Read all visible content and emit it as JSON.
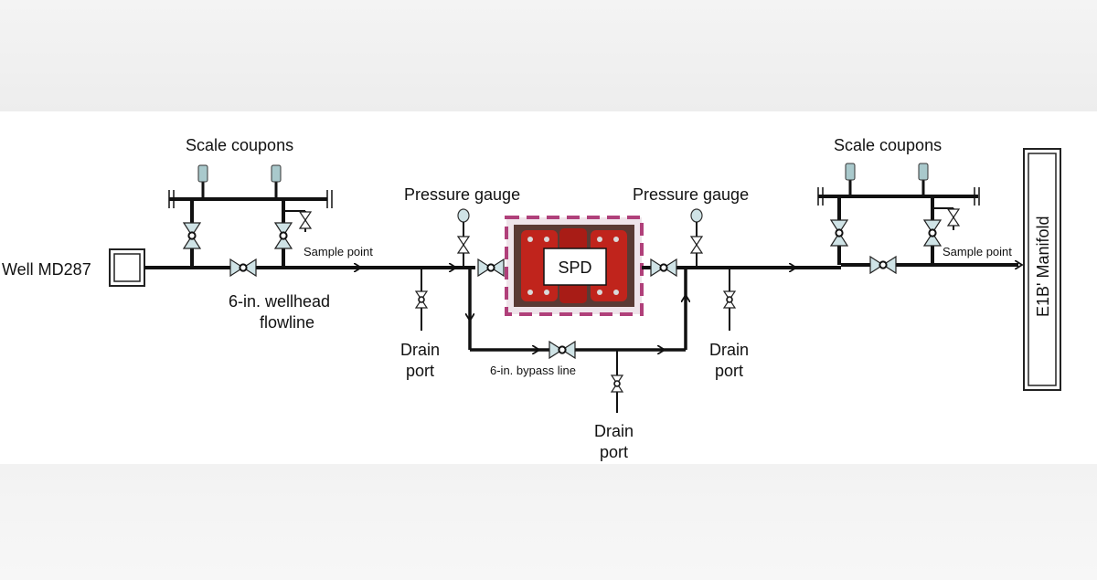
{
  "labels": {
    "well": "Well MD287",
    "scale_coupons_left": "Scale coupons",
    "scale_coupons_right": "Scale coupons",
    "sample_point_left": "Sample point",
    "sample_point_right": "Sample point",
    "flowline_line1": "6-in. wellhead",
    "flowline_line2": "flowline",
    "pressure_gauge_left": "Pressure gauge",
    "pressure_gauge_right": "Pressure gauge",
    "spd": "SPD",
    "drain_left_line1": "Drain",
    "drain_left_line2": "port",
    "drain_right_line1": "Drain",
    "drain_right_line2": "port",
    "drain_bottom_line1": "Drain",
    "drain_bottom_line2": "port",
    "bypass": "6-in. bypass line",
    "manifold": "E1B' Manifold"
  },
  "colors": {
    "line": "#111111",
    "valve_fill": "#cfe3e6",
    "coupon_fill": "#a9c9cc",
    "spd_border": "#b0407a",
    "spd_body": "#c0241c",
    "panel": "#ffffff"
  }
}
